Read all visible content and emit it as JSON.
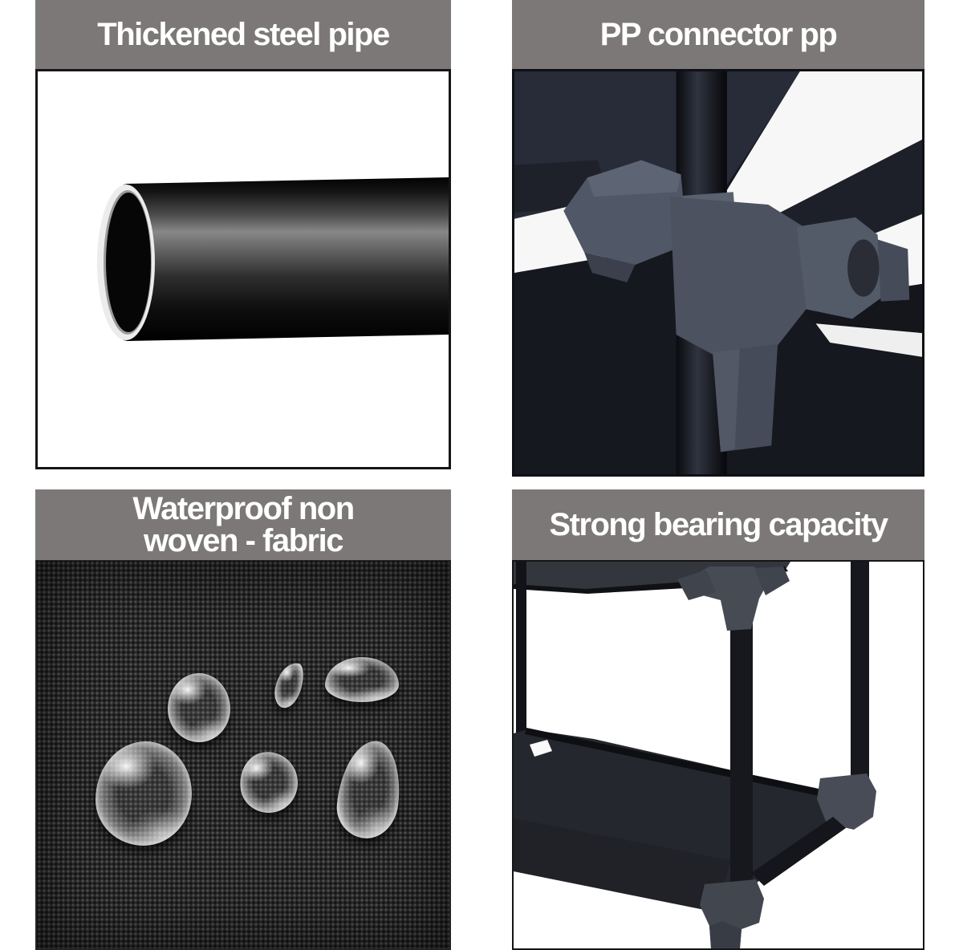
{
  "image_type": "product-feature-collage",
  "palette": {
    "page_bg": "#ffffff",
    "title_bar_bg": "#7b7877",
    "title_text": "#ffffff",
    "photo_border": "#161616",
    "dark_fabric_bg": "#262a34",
    "connector_gray": "#4d5461",
    "pipe_black": "#14151a",
    "fabric_texture": "#2a2a2a"
  },
  "panels": [
    {
      "id": "steel-pipe",
      "title": "Thickened steel pipe"
    },
    {
      "id": "pp-connector",
      "title": "PP connector pp"
    },
    {
      "id": "waterproof-fabric",
      "title": "Waterproof non\nwoven - fabric"
    },
    {
      "id": "bearing-capacity",
      "title": "Strong bearing capacity"
    }
  ]
}
